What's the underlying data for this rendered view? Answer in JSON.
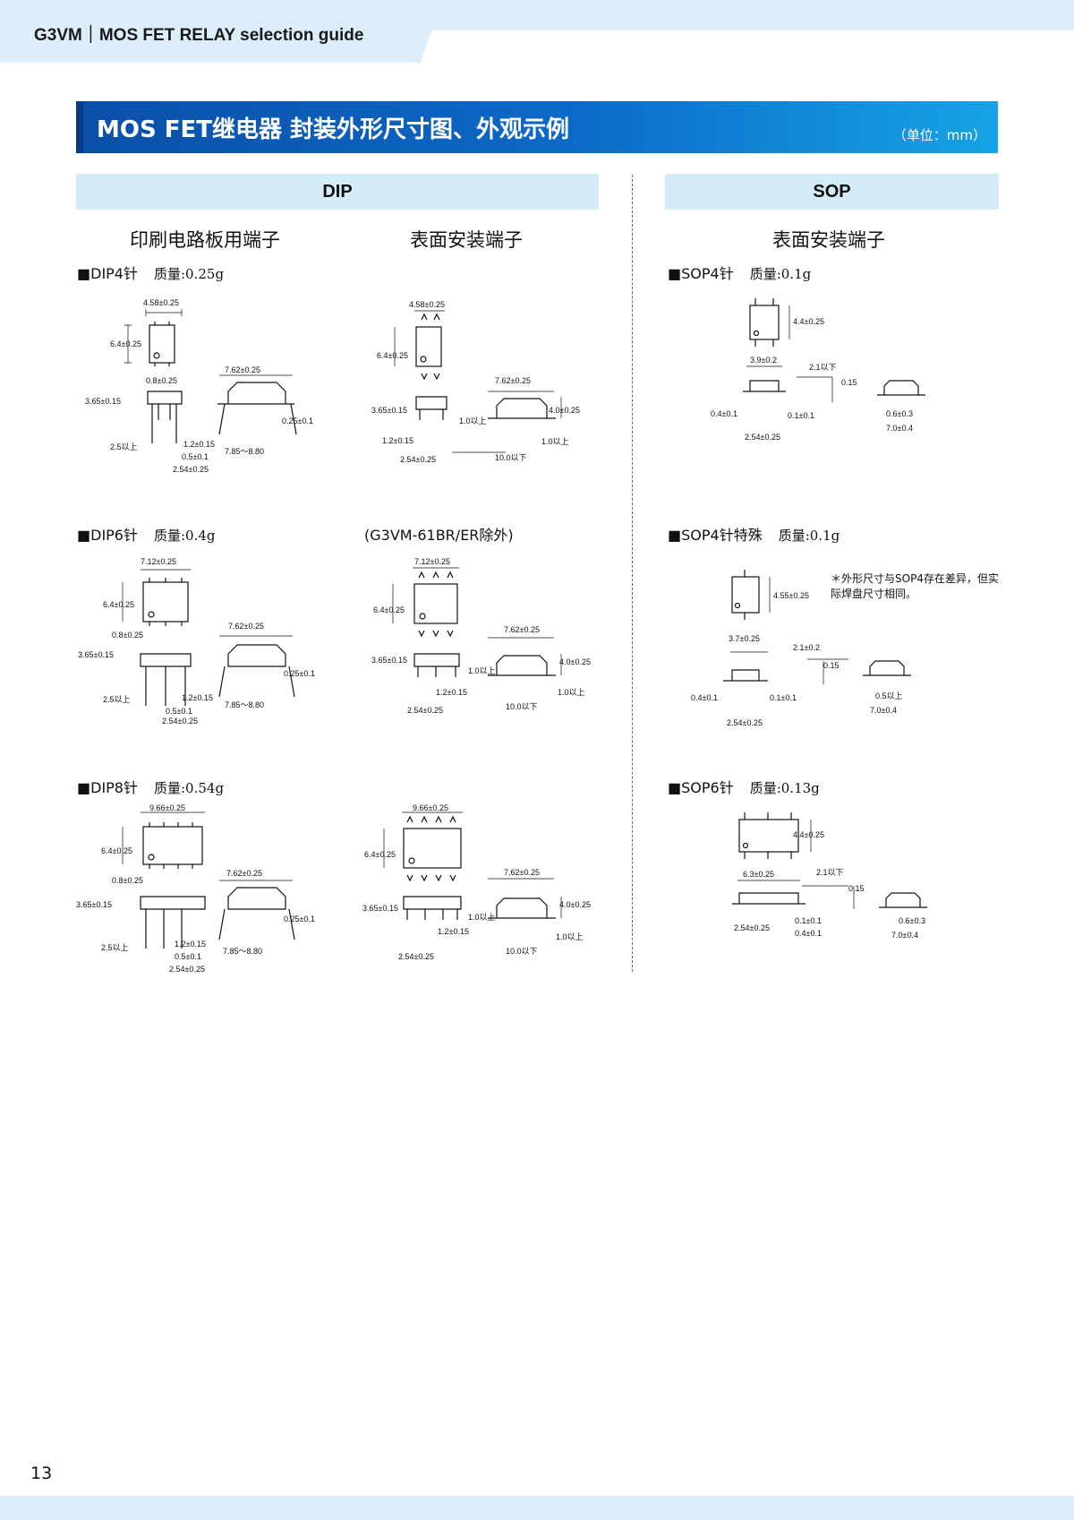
{
  "header": {
    "title": "G3VM｜MOS FET RELAY selection guide"
  },
  "banner": {
    "title": "MOS FET继电器 封装外形尺寸图、外观示例",
    "unit": "（单位：mm）"
  },
  "sections": {
    "dip": "DIP",
    "sop": "SOP",
    "dip_left_sub": "印刷电路板用端子",
    "dip_right_sub": "表面安装端子",
    "sop_sub": "表面安装端子"
  },
  "packages": {
    "dip4": {
      "label": "■DIP4针",
      "mass": "质量:0.25g"
    },
    "dip6": {
      "label": "■DIP6针",
      "mass": "质量:0.4g"
    },
    "dip6_note": "(G3VM-61BR/ER除外)",
    "dip8": {
      "label": "■DIP8针",
      "mass": "质量:0.54g"
    },
    "sop4": {
      "label": "■SOP4针",
      "mass": "质量:0.1g"
    },
    "sop4s": {
      "label": "■SOP4针特殊",
      "mass": "质量:0.1g"
    },
    "sop4s_note": "＊外形尺寸与SOP4存在差异，但实际焊盘尺寸相同。",
    "sop6": {
      "label": "■SOP6针",
      "mass": "质量:0.13g"
    }
  },
  "dims": {
    "d458": "4.58±0.25",
    "d64": "6.4±0.25",
    "d08": "0.8±0.25",
    "d365": "3.65±0.15",
    "d762": "7.62±0.25",
    "d025": "0.25±0.1",
    "d12": "1.2±0.15",
    "d25": "2.5以上",
    "d05": "0.5±0.1",
    "d254": "2.54±0.25",
    "d785": "7.85～8.80",
    "d10": "1.0以上",
    "d40": "4.0±0.25",
    "d100": "10.0以下",
    "d712": "7.12±0.25",
    "d966": "9.66±0.25",
    "d44": "4.4±0.25",
    "d39": "3.9±0.2",
    "d21": "2.1以下",
    "d015": "0.15",
    "d04": "0.4±0.1",
    "d01": "0.1±0.1",
    "d06": "0.6±0.3",
    "d70": "7.0±0.4",
    "d455": "4.55±0.25",
    "d37": "3.7±0.25",
    "d21b": "2.1±0.2",
    "d05b": "0.5以上",
    "d63": "6.3±0.25"
  },
  "page_number": "13"
}
